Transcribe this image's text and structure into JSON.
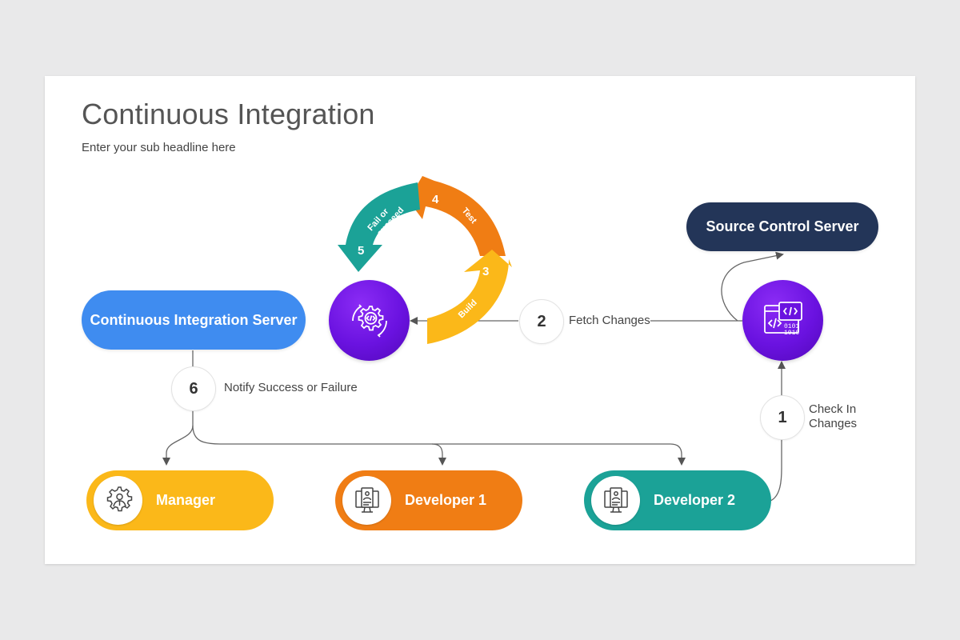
{
  "slide": {
    "title": "Continuous Integration",
    "subtitle": "Enter your sub headline here"
  },
  "nodes": {
    "ci_server": "Continuous Integration Server",
    "source_control": "Source Control Server",
    "manager": "Manager",
    "developer1": "Developer 1",
    "developer2": "Developer 2"
  },
  "steps": {
    "step1": {
      "number": "1",
      "label_line1": "Check In",
      "label_line2": "Changes"
    },
    "step2": {
      "number": "2",
      "label": "Fetch Changes"
    },
    "step6": {
      "number": "6",
      "label": "Notify Success or Failure"
    }
  },
  "cycle": {
    "build": {
      "number": "3",
      "label": "Build"
    },
    "test": {
      "number": "4",
      "label": "Test"
    },
    "fail": {
      "number": "5",
      "label_line1": "Fail or",
      "label_line2": "succeed"
    }
  },
  "colors": {
    "ci_server": "#3f8cf0",
    "source_control": "#233558",
    "manager": "#fbb819",
    "developer1": "#f07d14",
    "developer2": "#1ba297",
    "badge": "#6a12e0"
  },
  "icons": {
    "ci_badge": "gear-code-icon",
    "source_badge": "code-window-icon",
    "manager": "manager-gear-icon",
    "developer": "developer-monitor-icon"
  }
}
